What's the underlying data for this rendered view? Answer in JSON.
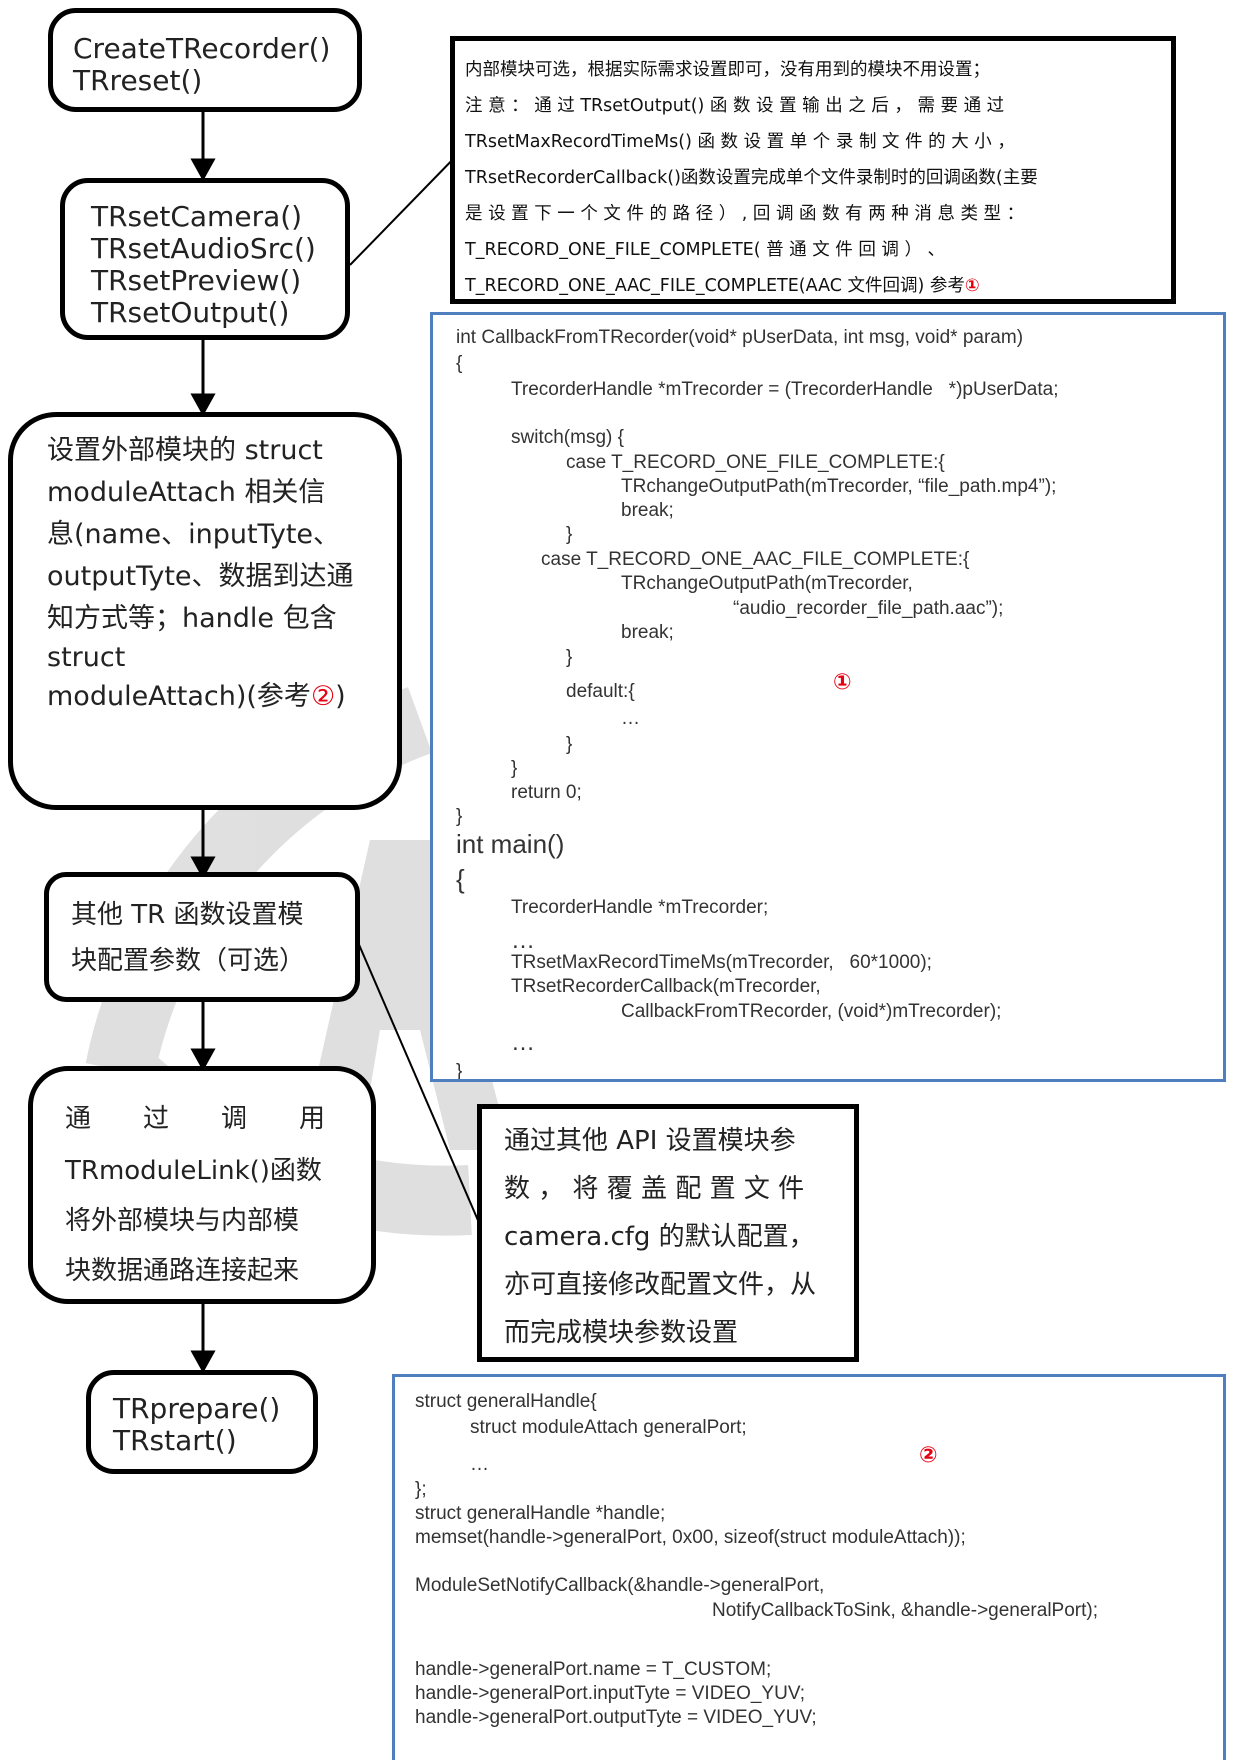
{
  "flow": {
    "step1": {
      "line1": "CreateTRecorder()",
      "line2": "TRreset()"
    },
    "step2": {
      "line1": "TRsetCamera()",
      "line2": "TRsetAudioSrc()",
      "line3": "TRsetPreview()",
      "line4": "TRsetOutput()"
    },
    "step3": {
      "line1": "设置外部模块的 struct",
      "line2": "moduleAttach 相关信",
      "line3": "息(name、inputTyte、",
      "line4": "outputTyte、数据到达通",
      "line5": "知方式等；handle 包含",
      "line6": "struct",
      "line7": "moduleAttach)(参考",
      "marker": "②",
      "close": ")"
    },
    "step4": {
      "line1": "其他 TR 函数设置模",
      "line2": "块配置参数（可选）"
    },
    "step5": {
      "line1": "通　　过　　调　　用",
      "line2": "TRmoduleLink()函数",
      "line3": "将外部模块与内部模",
      "line4": "块数据通路连接起来"
    },
    "step6": {
      "line1": "TRprepare()",
      "line2": "TRstart()"
    }
  },
  "note_top": {
    "line1": "内部模块可选，根据实际需求设置即可，没有用到的模块不用设置；",
    "line2": "注 意 ： 通 过 TRsetOutput() 函 数 设 置 输 出 之 后 ， 需 要 通 过",
    "line3": "TRsetMaxRecordTimeMs() 函 数 设 置 单 个 录 制 文 件 的 大 小 ，",
    "line4": "TRsetRecorderCallback()函数设置完成单个文件录制时的回调函数(主要",
    "line5": "是 设 置 下 一 个 文 件 的 路 径 ） , 回 调 函 数 有 两 种 消 息 类 型 ：",
    "line6": "T_RECORD_ONE_FILE_COMPLETE(  普  通  文  件  回  调  ）  、",
    "line7": "T_RECORD_ONE_AAC_FILE_COMPLETE(AAC 文件回调)   参考",
    "marker": "①"
  },
  "note_mid": {
    "line1": "通过其他 API 设置模块参",
    "line2": "数 ， 将 覆 盖 配 置 文 件",
    "line3": "camera.cfg 的默认配置，",
    "line4": "亦可直接修改配置文件，从",
    "line5": "而完成模块参数设置"
  },
  "code1": {
    "lines": [
      "int CallbackFromTRecorder(void* pUserData, int msg, void* param)",
      "{",
      "TrecorderHandle *mTrecorder = (TrecorderHandle   *)pUserData;",
      "switch(msg) {",
      "case T_RECORD_ONE_FILE_COMPLETE:{",
      "TRchangeOutputPath(mTrecorder, “file_path.mp4”);",
      "break;",
      "}",
      "case T_RECORD_ONE_AAC_FILE_COMPLETE:{",
      "TRchangeOutputPath(mTrecorder,",
      "“audio_recorder_file_path.aac”);",
      "break;",
      "}",
      "default:{",
      "…",
      "}",
      "}",
      "return 0;",
      "}",
      "int main()",
      "{",
      "TrecorderHandle *mTrecorder;",
      "…",
      "TRsetMaxRecordTimeMs(mTrecorder,   60*1000);",
      "TRsetRecorderCallback(mTrecorder,",
      "CallbackFromTRecorder, (void*)mTrecorder);",
      "…",
      "}"
    ],
    "marker": "①"
  },
  "code2": {
    "lines": [
      "struct generalHandle{",
      "struct moduleAttach generalPort;",
      "…",
      "};",
      "struct generalHandle *handle;",
      "memset(handle->generalPort, 0x00, sizeof(struct moduleAttach));",
      "ModuleSetNotifyCallback(&handle->generalPort,",
      "NotifyCallbackToSink, &handle->generalPort);",
      "handle->generalPort.name = T_CUSTOM;",
      "handle->generalPort.inputTyte = VIDEO_YUV;",
      "handle->generalPort.outputTyte = VIDEO_YUV;"
    ],
    "marker": "②"
  }
}
